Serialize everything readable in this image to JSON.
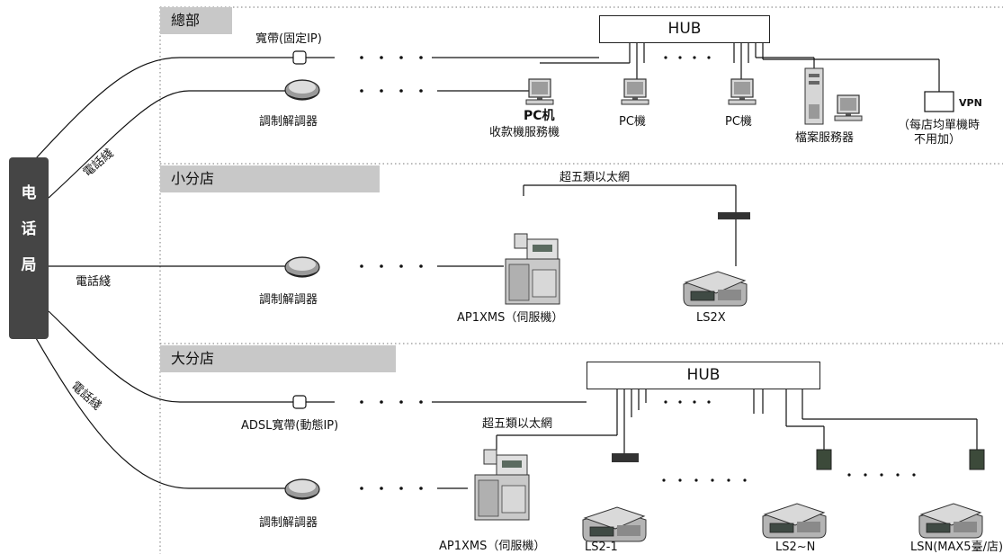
{
  "central_office": {
    "chars": [
      "电",
      "话",
      "局"
    ]
  },
  "sections": {
    "hq": "總部",
    "small": "小分店",
    "large": "大分店"
  },
  "hub_label": "HUB",
  "hq": {
    "broadband": "寬帶(固定IP)",
    "modem": "調制解調器",
    "phone_line": "電話綫",
    "pc1_title": "PC机",
    "pc1_sub": "收款機服務機",
    "pc2": "PC機",
    "pc3": "PC機",
    "file_server": "檔案服務器",
    "vpn": "VPN",
    "vpn_note_line1": "（每店均單機時",
    "vpn_note_line2": "不用加）"
  },
  "small": {
    "phone_line": "電話綫",
    "modem": "調制解調器",
    "ethernet": "超五類以太網",
    "server": "AP1XMS（伺服機）",
    "scale": "LS2X"
  },
  "large": {
    "phone_line": "電話綫",
    "adsl": "ADSL寬帶(動態IP)",
    "modem": "調制解調器",
    "ethernet": "超五類以太網",
    "server": "AP1XMS（伺服機）",
    "scale1": "LS2-1",
    "scale2": "LS2~N",
    "scale3": "LSN(MAX5臺/店)"
  }
}
